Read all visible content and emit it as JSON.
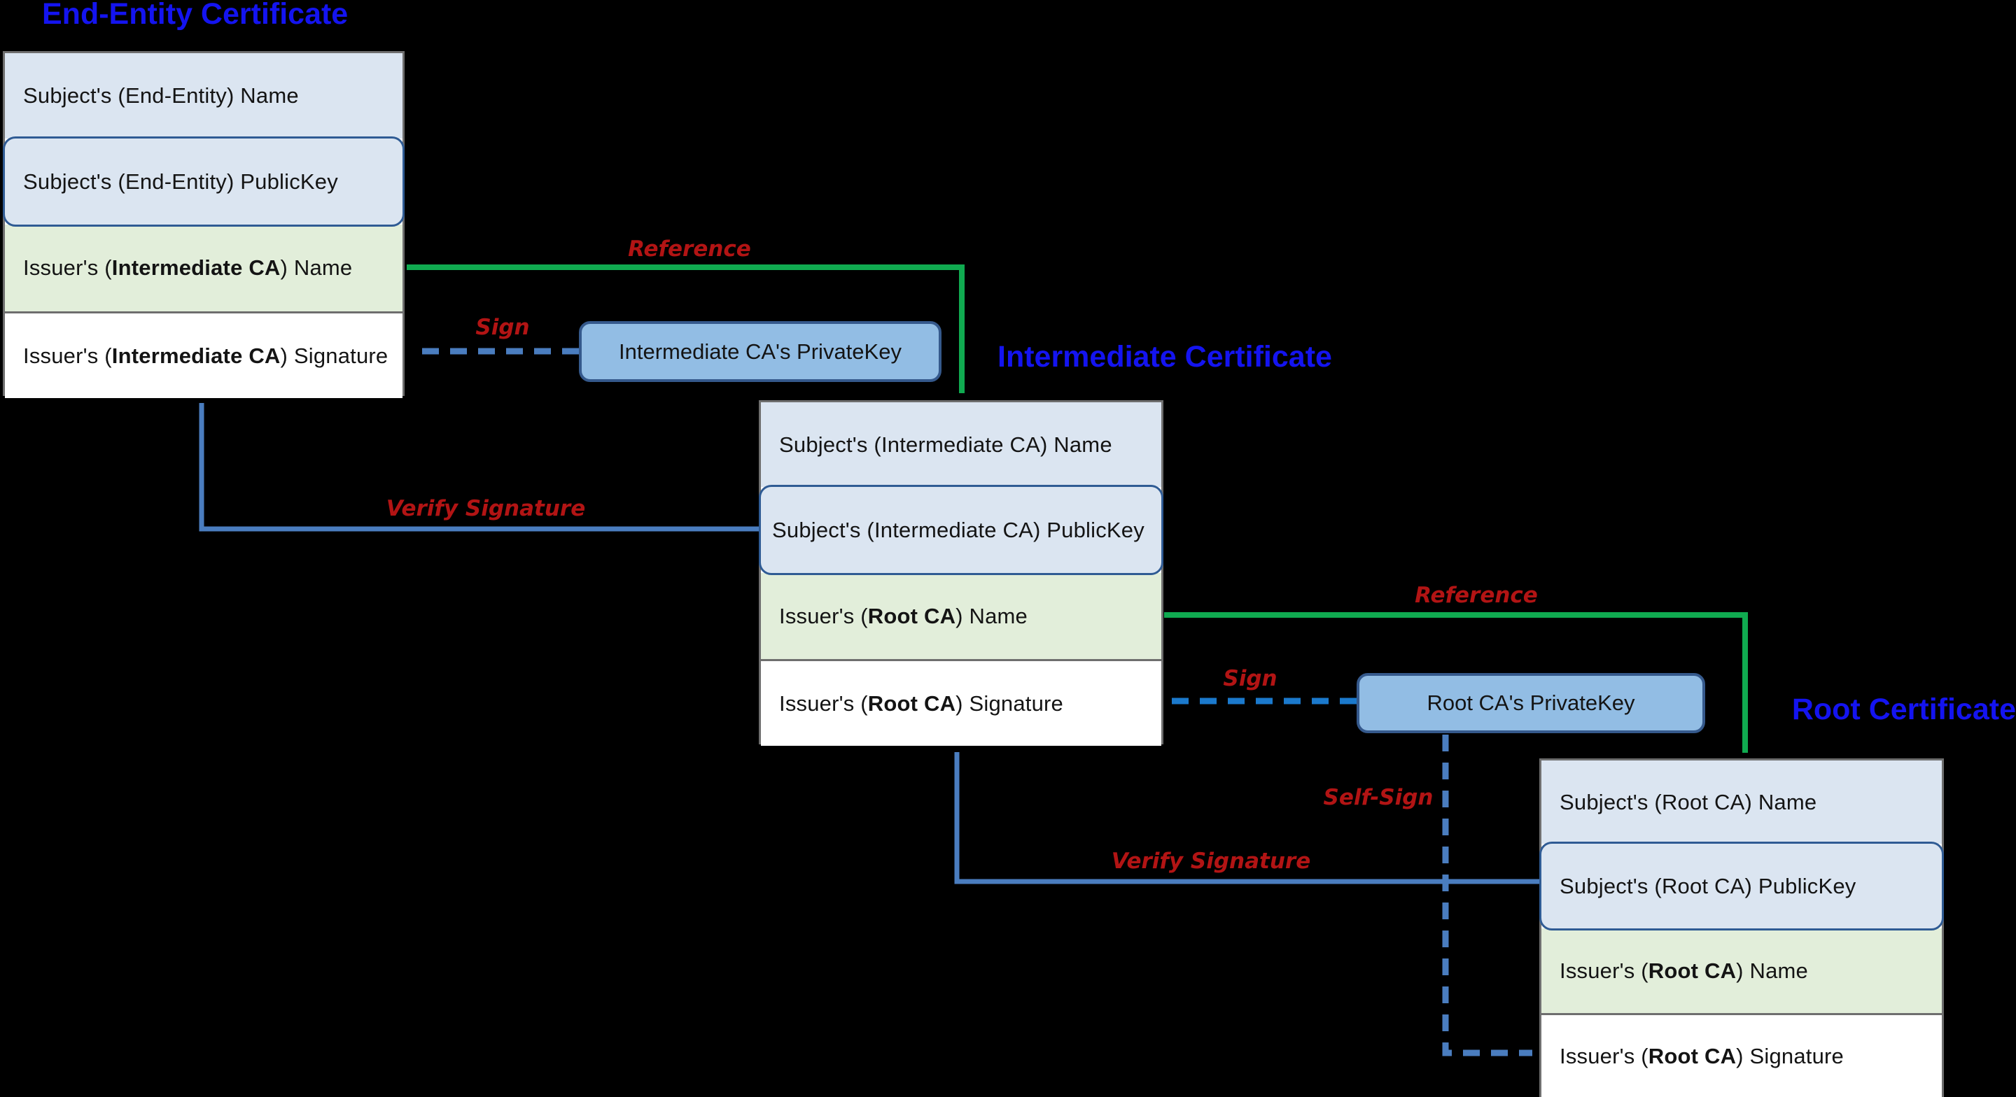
{
  "titles": {
    "end_entity": "End-Entity Certificate",
    "intermediate": "Intermediate Certificate",
    "root": "Root Certificate"
  },
  "certificates": [
    {
      "name": "end-entity-certificate",
      "rows": [
        {
          "pre": "Subject's (End-Entity) Name",
          "bold": "",
          "post": ""
        },
        {
          "pre": "Subject's (End-Entity) PublicKey",
          "bold": "",
          "post": ""
        },
        {
          "pre": "Issuer's (",
          "bold": "Intermediate CA",
          "post": ") Name"
        },
        {
          "pre": "Issuer's (",
          "bold": "Intermediate CA",
          "post": ") Signature"
        }
      ]
    },
    {
      "name": "intermediate-certificate",
      "rows": [
        {
          "pre": "Subject's (Intermediate CA) Name",
          "bold": "",
          "post": ""
        },
        {
          "pre": "Subject's (Intermediate CA) PublicKey",
          "bold": "",
          "post": ""
        },
        {
          "pre": "Issuer's (",
          "bold": "Root CA",
          "post": ") Name"
        },
        {
          "pre": "Issuer's (",
          "bold": "Root CA",
          "post": ") Signature"
        }
      ]
    },
    {
      "name": "root-certificate",
      "rows": [
        {
          "pre": "Subject's (Root CA) Name",
          "bold": "",
          "post": ""
        },
        {
          "pre": "Subject's (Root CA) PublicKey",
          "bold": "",
          "post": ""
        },
        {
          "pre": "Issuer's (",
          "bold": "Root CA",
          "post": ") Name"
        },
        {
          "pre": "Issuer's (",
          "bold": "Root CA",
          "post": ") Signature"
        }
      ]
    }
  ],
  "private_keys": [
    {
      "label": "Intermediate CA's PrivateKey"
    },
    {
      "label": "Root CA's PrivateKey"
    }
  ],
  "arrows": {
    "reference_1": "Reference",
    "sign_1": "Sign",
    "verify_1": "Verify Signature",
    "reference_2": "Reference",
    "sign_2": "Sign",
    "verify_2": "Verify Signature",
    "self_sign": "Self-Sign"
  },
  "colors": {
    "background": "#000000",
    "title_blue": "#1414f0",
    "label_red": "#b21414",
    "reference_green": "#10aa50",
    "verify_blue": "#4a7dbf",
    "sign_blue_dashed": "#1b79cc",
    "row_light_blue": "#dbe5f1",
    "row_light_green": "#e2eeda",
    "row_white": "#ffffff",
    "private_key_fill": "#92bde4",
    "private_key_border": "#35598c",
    "public_key_border": "#2f5b94",
    "cert_border_gray": "#6e6e6e"
  }
}
